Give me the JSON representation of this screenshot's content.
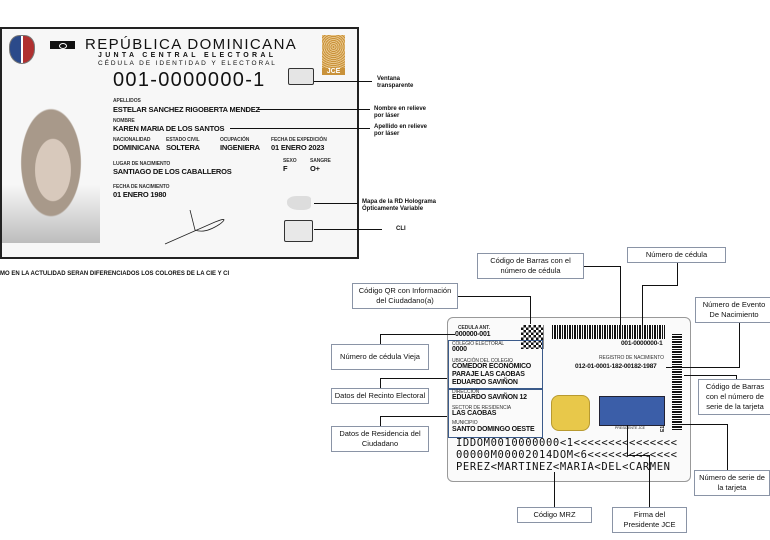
{
  "front": {
    "title": "REPÚBLICA DOMINICANA",
    "subtitle1": "JUNTA CENTRAL ELECTORAL",
    "subtitle2": "CÉDULA DE IDENTIDAD Y ELECTORAL",
    "id_number": "001-0000000-1",
    "logo_text": "JCE",
    "fields": {
      "apellidos_label": "APELLIDOS",
      "apellidos": "ESTELAR SANCHEZ RIGOBERTA MENDEZ",
      "nombre_label": "NOMBRE",
      "nombre": "KAREN MARIA DE LOS SANTOS",
      "nacionalidad_label": "NACIONALIDAD",
      "nacionalidad": "DOMINICANA",
      "estado_label": "ESTADO CIVIL",
      "estado": "SOLTERA",
      "ocupacion_label": "OCUPACIÓN",
      "ocupacion": "INGENIERA",
      "expedicion_label": "FECHA DE EXPEDICIÓN",
      "expedicion": "01 ENERO 2023",
      "lugar_label": "LUGAR DE NACIMIENTO",
      "lugar": "SANTIAGO DE LOS CABALLEROS",
      "sexo_label": "SEXO",
      "sexo": "F",
      "sangre_label": "SANGRE",
      "sangre": "O+",
      "fecha_nac_label": "FECHA DE NACIMIENTO",
      "fecha_nac": "01 ENERO 1980"
    },
    "callouts": [
      "Ventana transparente",
      "Nombre en relieve por láser",
      "Apellido en relieve por láser",
      "Mapa de la RD Holograma Ópticamente Variable",
      "CLI"
    ],
    "footnote": "MO EN LA ACTULIDAD SERAN DIFERENCIADOS LOS COLORES DE LA CIE Y CI"
  },
  "back": {
    "cedula_ant_label": "CEDULA ANT.",
    "cedula_ant": "000000-001",
    "colegio_label": "COLEGIO ELECTORAL",
    "colegio": "0000",
    "ubicacion_label": "UBICACIÓN DEL COLEGIO",
    "ubicacion": [
      "COMEDOR ECONÓMICO",
      "PARAJE LAS CAOBAS",
      "EDUARDO SAVIÑON"
    ],
    "direccion_label": "DIRECCION",
    "direccion": "EDUARDO SAVIÑON 12",
    "sector_label": "SECTOR DE RESIDENCIA",
    "sector": "LAS CAOBAS",
    "municipio_label": "MUNICIPIO",
    "municipio": "SANTO DOMINGO OESTE",
    "id_number": "001-0000000-1",
    "registro_label": "REGISTRO DE NACIMIENTO",
    "registro": "012-01-0001-182-00182-1987",
    "firma_label": "PRESIDENTE JCE",
    "serial": "E10000000",
    "mrz": [
      "IDDOM0010000000<1<<<<<<<<<<<<<<<",
      "00000M00002014DOM<6<<<<<<<<<<<<<",
      "PEREZ<MARTINEZ<MARIA<DEL<CARMEN"
    ],
    "chip_color": "#e8c84a",
    "signature_panel_color": "#3b5ea8",
    "callouts": {
      "barcode_cedula": "Código de Barras con el número de cédula",
      "numero_cedula": "Número de cédula",
      "qr": "Código QR con Información del Ciudadano(a)",
      "evento": "Número de Evento De Nacimiento",
      "cedula_vieja": "Número de cédula Vieja",
      "recinto": "Datos del Recinto Electoral",
      "residencia": "Datos de Residencia del Ciudadano",
      "barcode_serie": "Código de Barras con el número de serie de la tarjeta",
      "serie": "Número de serie de la tarjeta",
      "mrz": "Código MRZ",
      "firma": "Firma del Presidente JCE"
    }
  }
}
